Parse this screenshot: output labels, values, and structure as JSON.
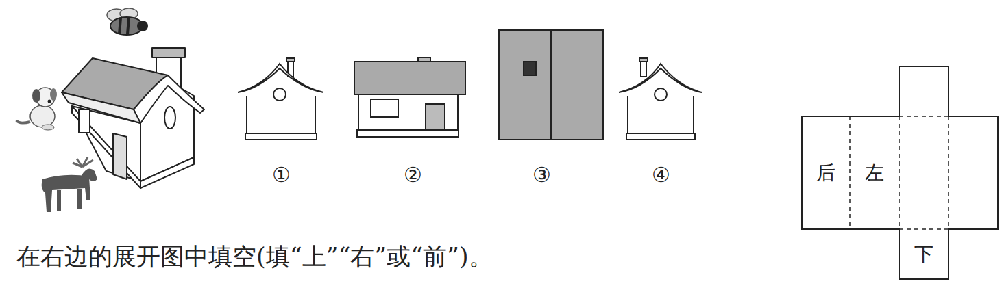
{
  "diagram": {
    "nodes": [
      {
        "text": [
          "后"
        ]
      },
      {
        "text": [
          "左"
        ]
      },
      {
        "text": [
          "下"
        ]
      }
    ],
    "labels": [
      "①",
      "②",
      "③",
      "④",
      "在右边的展开图中填空(填“上”“右”或“前”)。"
    ]
  }
}
